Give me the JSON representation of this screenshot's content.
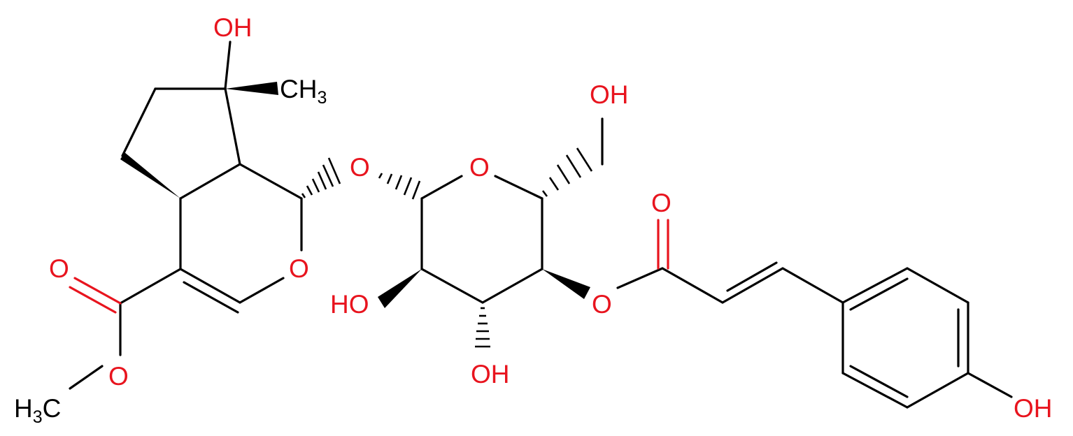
{
  "labels": {
    "oh_top": "OH",
    "ch3_top": "CH",
    "ch3_top_sub": "3",
    "oh_ch2": "OH",
    "o_glyco": "O",
    "o_ring_sugar": "O",
    "o_ring_pyran": "O",
    "o_carbonyl_ester": "O",
    "o_ester_single": "O",
    "h3c_methyl": "H",
    "h3c_methyl_sub": "3",
    "h3c_methyl_c": "C",
    "ho_sugar_left": "HO",
    "oh_sugar_bottom": "OH",
    "o_acyl": "O",
    "o_carbonyl_acyl": "O",
    "oh_phenol": "OH"
  },
  "colors": {
    "bond": "#000000",
    "oxygen": "#e8141e",
    "carbon_text": "#000000",
    "background": "#ffffff"
  }
}
